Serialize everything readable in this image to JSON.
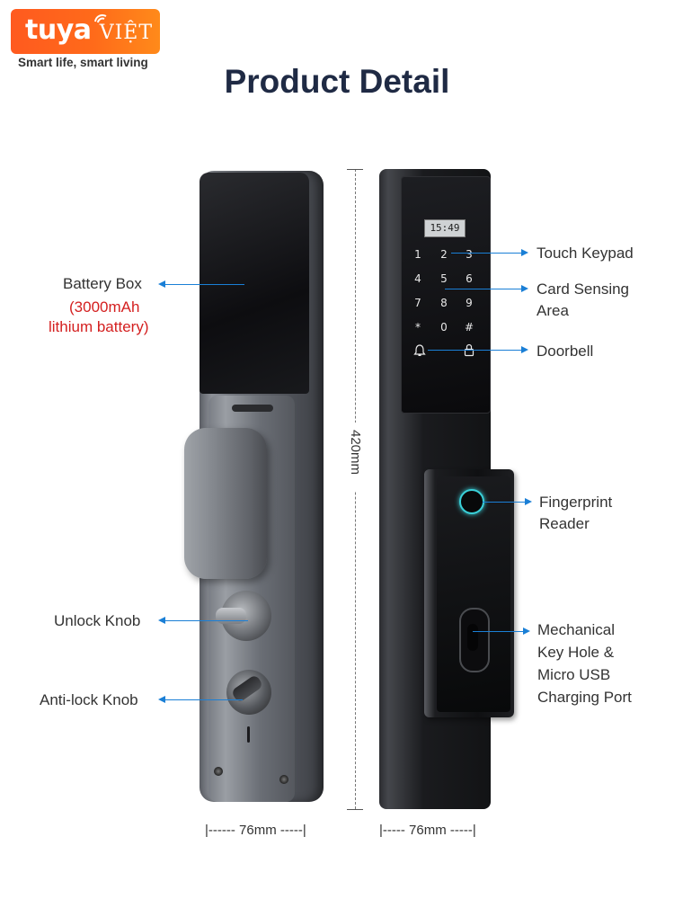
{
  "brand": {
    "logo_text": "tuya",
    "logo_suffix": "VIỆT",
    "tagline": "Smart life, smart living",
    "accent_color": "#ff6a1a"
  },
  "title": "Product Detail",
  "left_callouts": {
    "battery_box": "Battery Box",
    "battery_detail_1": "(3000mAh",
    "battery_detail_2": "lithium battery)",
    "unlock_knob": "Unlock Knob",
    "anti_lock_knob": "Anti-lock Knob"
  },
  "right_callouts": {
    "touch_keypad": "Touch Keypad",
    "card_sensing_1": "Card Sensing",
    "card_sensing_2": "Area",
    "doorbell": "Doorbell",
    "fingerprint_1": "Fingerprint",
    "fingerprint_2": "Reader",
    "mechanical_1": "Mechanical",
    "mechanical_2": "Key Hole &",
    "mechanical_3": "Micro USB",
    "mechanical_4": "Charging Port"
  },
  "keypad": {
    "clock": "15:49",
    "keys": [
      "1",
      "2",
      "3",
      "4",
      "5",
      "6",
      "7",
      "8",
      "9",
      "*",
      "0",
      "#"
    ]
  },
  "dimensions": {
    "height": "420mm",
    "left_width": "|------ 76mm -----|",
    "right_width": "|----- 76mm -----|"
  }
}
